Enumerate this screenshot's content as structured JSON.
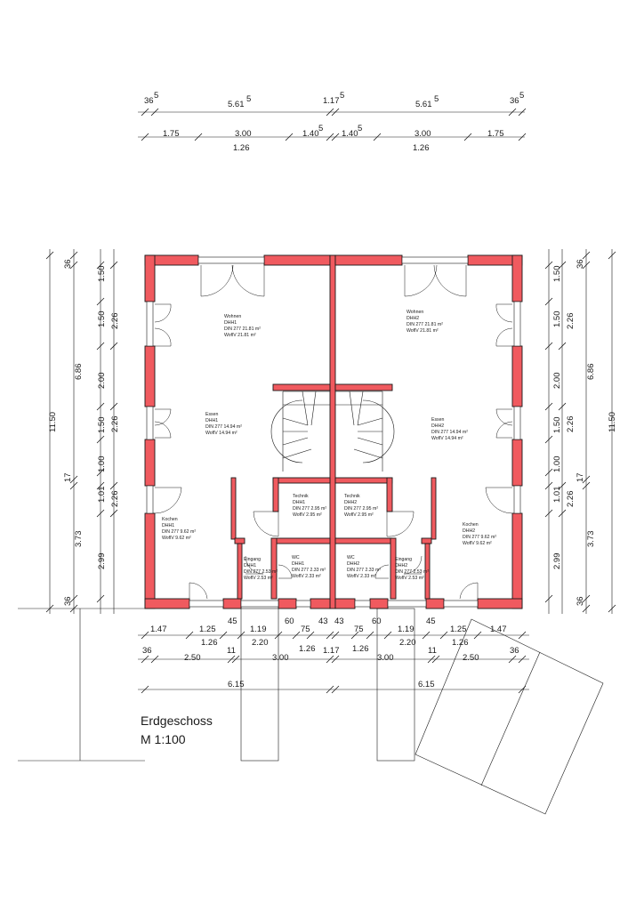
{
  "title": {
    "line1": "Erdgeschoss",
    "line2": "M 1:100"
  },
  "dims": {
    "top_row1": [
      {
        "t": "36",
        "s": "5"
      },
      {
        "t": "5.61",
        "s": "5"
      },
      {
        "t": "1.17",
        "s": "5"
      },
      {
        "t": "5.61",
        "s": "5"
      },
      {
        "t": "36",
        "s": "5"
      }
    ],
    "top_row2": [
      "1.75",
      "3.00",
      "1.40",
      "1.40",
      "3.00",
      "1.75"
    ],
    "top_row2_sub": [
      "1.26",
      "1.26"
    ],
    "top_row2_sup": [
      "5",
      "5"
    ],
    "left_outer": [
      "11.50"
    ],
    "left_mid": [
      {
        "t": "36",
        "s": "5"
      },
      {
        "t": "6.86",
        "s": ""
      },
      {
        "t": "17",
        "s": "5"
      },
      {
        "t": "3.73",
        "s": "5"
      },
      {
        "t": "36",
        "s": "5"
      }
    ],
    "left_inner": [
      "1.50",
      "1.50",
      "2.00",
      "1.50",
      "1.00",
      "1.01",
      "2.99"
    ],
    "left_inner2": [
      "2.26",
      "2.26",
      "2.26"
    ],
    "right_inner": [
      "1.50",
      "1.50",
      "2.00",
      "1.50",
      "1.00",
      "1.01",
      "2.99"
    ],
    "right_inner2": [
      "2.26",
      "2.26",
      "2.26"
    ],
    "right_mid": [
      {
        "t": "36",
        "s": "5"
      },
      {
        "t": "6.86",
        "s": ""
      },
      {
        "t": "17",
        "s": "5"
      },
      {
        "t": "3.73",
        "s": "5"
      },
      {
        "t": "36",
        "s": "5"
      }
    ],
    "right_outer": [
      "11.50"
    ],
    "bottom_row1": [
      {
        "t": "1.47",
        "s": ""
      },
      {
        "t": "1.25",
        "s": ""
      },
      {
        "t": "45",
        "s": "5"
      },
      {
        "t": "1.19",
        "s": "5"
      },
      {
        "t": "60",
        "s": "5"
      },
      {
        "t": "75",
        "s": ""
      },
      {
        "t": "43",
        "s": "5"
      },
      {
        "t": "43",
        "s": "5"
      },
      {
        "t": "75",
        "s": ""
      },
      {
        "t": "60",
        "s": "5"
      },
      {
        "t": "1.19",
        "s": "5"
      },
      {
        "t": "45",
        "s": "5"
      },
      {
        "t": "1.25",
        "s": ""
      },
      {
        "t": "1.47",
        "s": ""
      }
    ],
    "bottom_row1_sub": [
      "1.26",
      "2.20",
      "1.26",
      "1.26",
      "2.20",
      "1.26"
    ],
    "bottom_row2": [
      {
        "t": "36",
        "s": "5"
      },
      {
        "t": "2.50",
        "s": ""
      },
      {
        "t": "11",
        "s": "5"
      },
      {
        "t": "3.00",
        "s": ""
      },
      {
        "t": "1.17",
        "s": "5"
      },
      {
        "t": "3.00",
        "s": ""
      },
      {
        "t": "11",
        "s": "5"
      },
      {
        "t": "2.50",
        "s": ""
      },
      {
        "t": "36",
        "s": "5"
      }
    ],
    "bottom_row3": [
      {
        "t": "6.15",
        "s": "5"
      },
      {
        "t": "6.15",
        "s": "5"
      }
    ]
  },
  "rooms": [
    {
      "name": "Wohnen",
      "unit": "DHH1",
      "din": "DIN 277 21.81 m²",
      "wofl": "WoflV 21.81 m²"
    },
    {
      "name": "Essen",
      "unit": "DHH1",
      "din": "DIN 277 14.94 m²",
      "wofl": "WoflV 14.94 m²"
    },
    {
      "name": "Kochen",
      "unit": "DHH1",
      "din": "DIN 277 9.62 m²",
      "wofl": "WoflV 9.62 m²"
    },
    {
      "name": "Technik",
      "unit": "DHH1",
      "din": "DIN 277 2.95 m²",
      "wofl": "WoflV 2.95 m²"
    },
    {
      "name": "Eingang",
      "unit": "DHH1",
      "din": "DIN 277 2.53 m²",
      "wofl": "WoflV 2.53 m²"
    },
    {
      "name": "WC",
      "unit": "DHH1",
      "din": "DIN 277 2.33 m²",
      "wofl": "WoflV 2.33 m²"
    },
    {
      "name": "Wohnen",
      "unit": "DHH2",
      "din": "DIN 277 21.81 m²",
      "wofl": "WoflV 21.81 m²"
    },
    {
      "name": "Essen",
      "unit": "DHH2",
      "din": "DIN 277 14.94 m²",
      "wofl": "WoflV 14.94 m²"
    },
    {
      "name": "Kochen",
      "unit": "DHH2",
      "din": "DIN 277 9.62 m²",
      "wofl": "WoflV 9.62 m²"
    },
    {
      "name": "Technik",
      "unit": "DHH2",
      "din": "DIN 277 2.95 m²",
      "wofl": "WoflV 2.95 m²"
    },
    {
      "name": "Eingang",
      "unit": "DHH2",
      "din": "DIN 277 2.53 m²",
      "wofl": "WoflV 2.53 m²"
    },
    {
      "name": "WC",
      "unit": "DHH2",
      "din": "DIN 277 2.33 m²",
      "wofl": "WoflV 2.33 m²"
    }
  ],
  "colors": {
    "wall": "#f05a5f",
    "line": "#1a1a1a"
  }
}
